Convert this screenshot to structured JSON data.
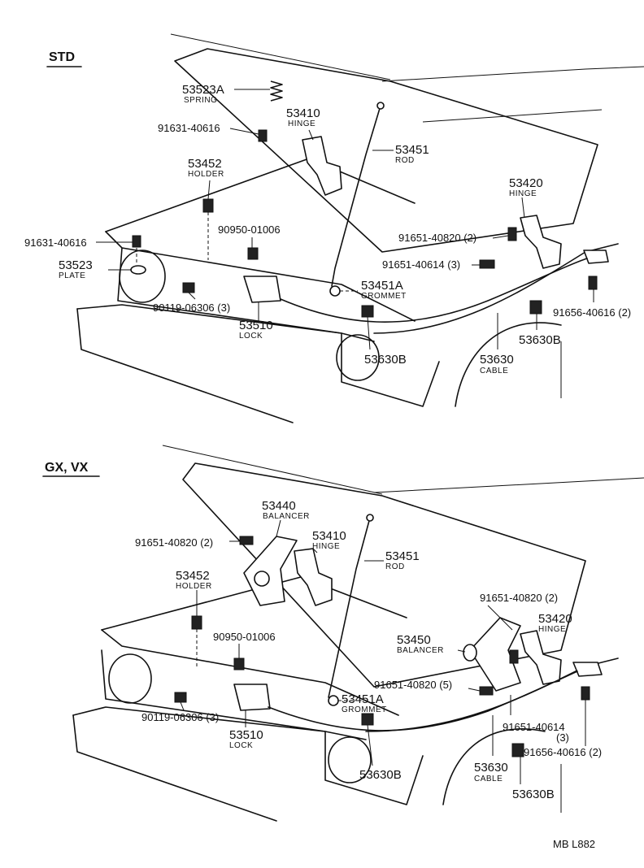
{
  "sections": {
    "std": {
      "title": "STD",
      "labels": {
        "spring_num": "53523A",
        "spring_name": "SPRING",
        "hinge_left_num": "53410",
        "hinge_left_name": "HINGE",
        "bolt_a": "91631-40616",
        "rod_num": "53451",
        "rod_name": "ROD",
        "holder_num": "53452",
        "holder_name": "HOLDER",
        "hinge_right_num": "53420",
        "hinge_right_name": "HINGE",
        "cushion": "90950-01006",
        "bolt_b": "91631-40616",
        "bolt_c": "91651-40820 (2)",
        "plate_num": "53523",
        "plate_name": "PLATE",
        "bolt_d": "91651-40614 (3)",
        "grommet_num": "53451A",
        "grommet_name": "GROMMET",
        "screw_a": "90119-06306 (3)",
        "lock_num": "53510",
        "lock_name": "LOCK",
        "bolt_e": "91656-40616 (2)",
        "clamp_right": "53630B",
        "clamp_center": "53630B",
        "cable_num": "53630",
        "cable_name": "CABLE"
      }
    },
    "gx": {
      "title": "GX, VX",
      "labels": {
        "balancer_left_num": "53440",
        "balancer_left_name": "BALANCER",
        "hinge_left_num": "53410",
        "hinge_left_name": "HINGE",
        "bolt_a": "91651-40820 (2)",
        "rod_num": "53451",
        "rod_name": "ROD",
        "holder_num": "53452",
        "holder_name": "HOLDER",
        "bolt_b": "91651-40820 (2)",
        "hinge_right_num": "53420",
        "hinge_right_name": "HINGE",
        "cushion": "90950-01006",
        "balancer_right_num": "53450",
        "balancer_right_name": "BALANCER",
        "bolt_c": "91651-40820 (5)",
        "grommet_num": "53451A",
        "grommet_name": "GROMMET",
        "screw_a": "90119-06306 (3)",
        "bolt_d": "91651-40614",
        "bolt_d_qty": "(3)",
        "lock_num": "53510",
        "lock_name": "LOCK",
        "bolt_e": "91656-40616 (2)",
        "clamp_center": "53630B",
        "cable_num": "53630",
        "cable_name": "CABLE",
        "clamp_right": "53630B"
      }
    }
  },
  "footer_code": "MB  L882"
}
